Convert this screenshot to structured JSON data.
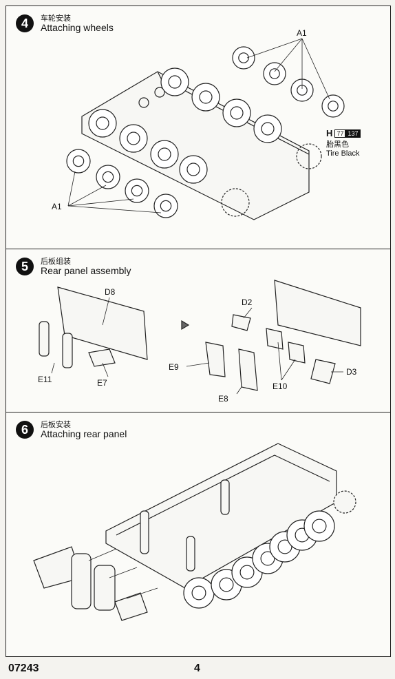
{
  "steps": [
    {
      "number": "4",
      "title_cn": "车轮安装",
      "title_en": "Attaching wheels"
    },
    {
      "number": "5",
      "title_cn": "后板组装",
      "title_en": "Rear panel assembly"
    },
    {
      "number": "6",
      "title_cn": "后板安装",
      "title_en": "Attaching rear panel"
    }
  ],
  "step4": {
    "label_top": "A1",
    "label_bottom": "A1",
    "paint": {
      "letter": "H",
      "code1": "77",
      "code2": "137",
      "name_cn": "胎黑色",
      "name_en": "Tire Black"
    }
  },
  "step5": {
    "parts": {
      "d8": "D8",
      "e11": "E11",
      "e7": "E7",
      "d2": "D2",
      "e9": "E9",
      "e8": "E8",
      "e10": "E10",
      "d3": "D3"
    }
  },
  "footer": {
    "code": "07243",
    "page": "4"
  }
}
